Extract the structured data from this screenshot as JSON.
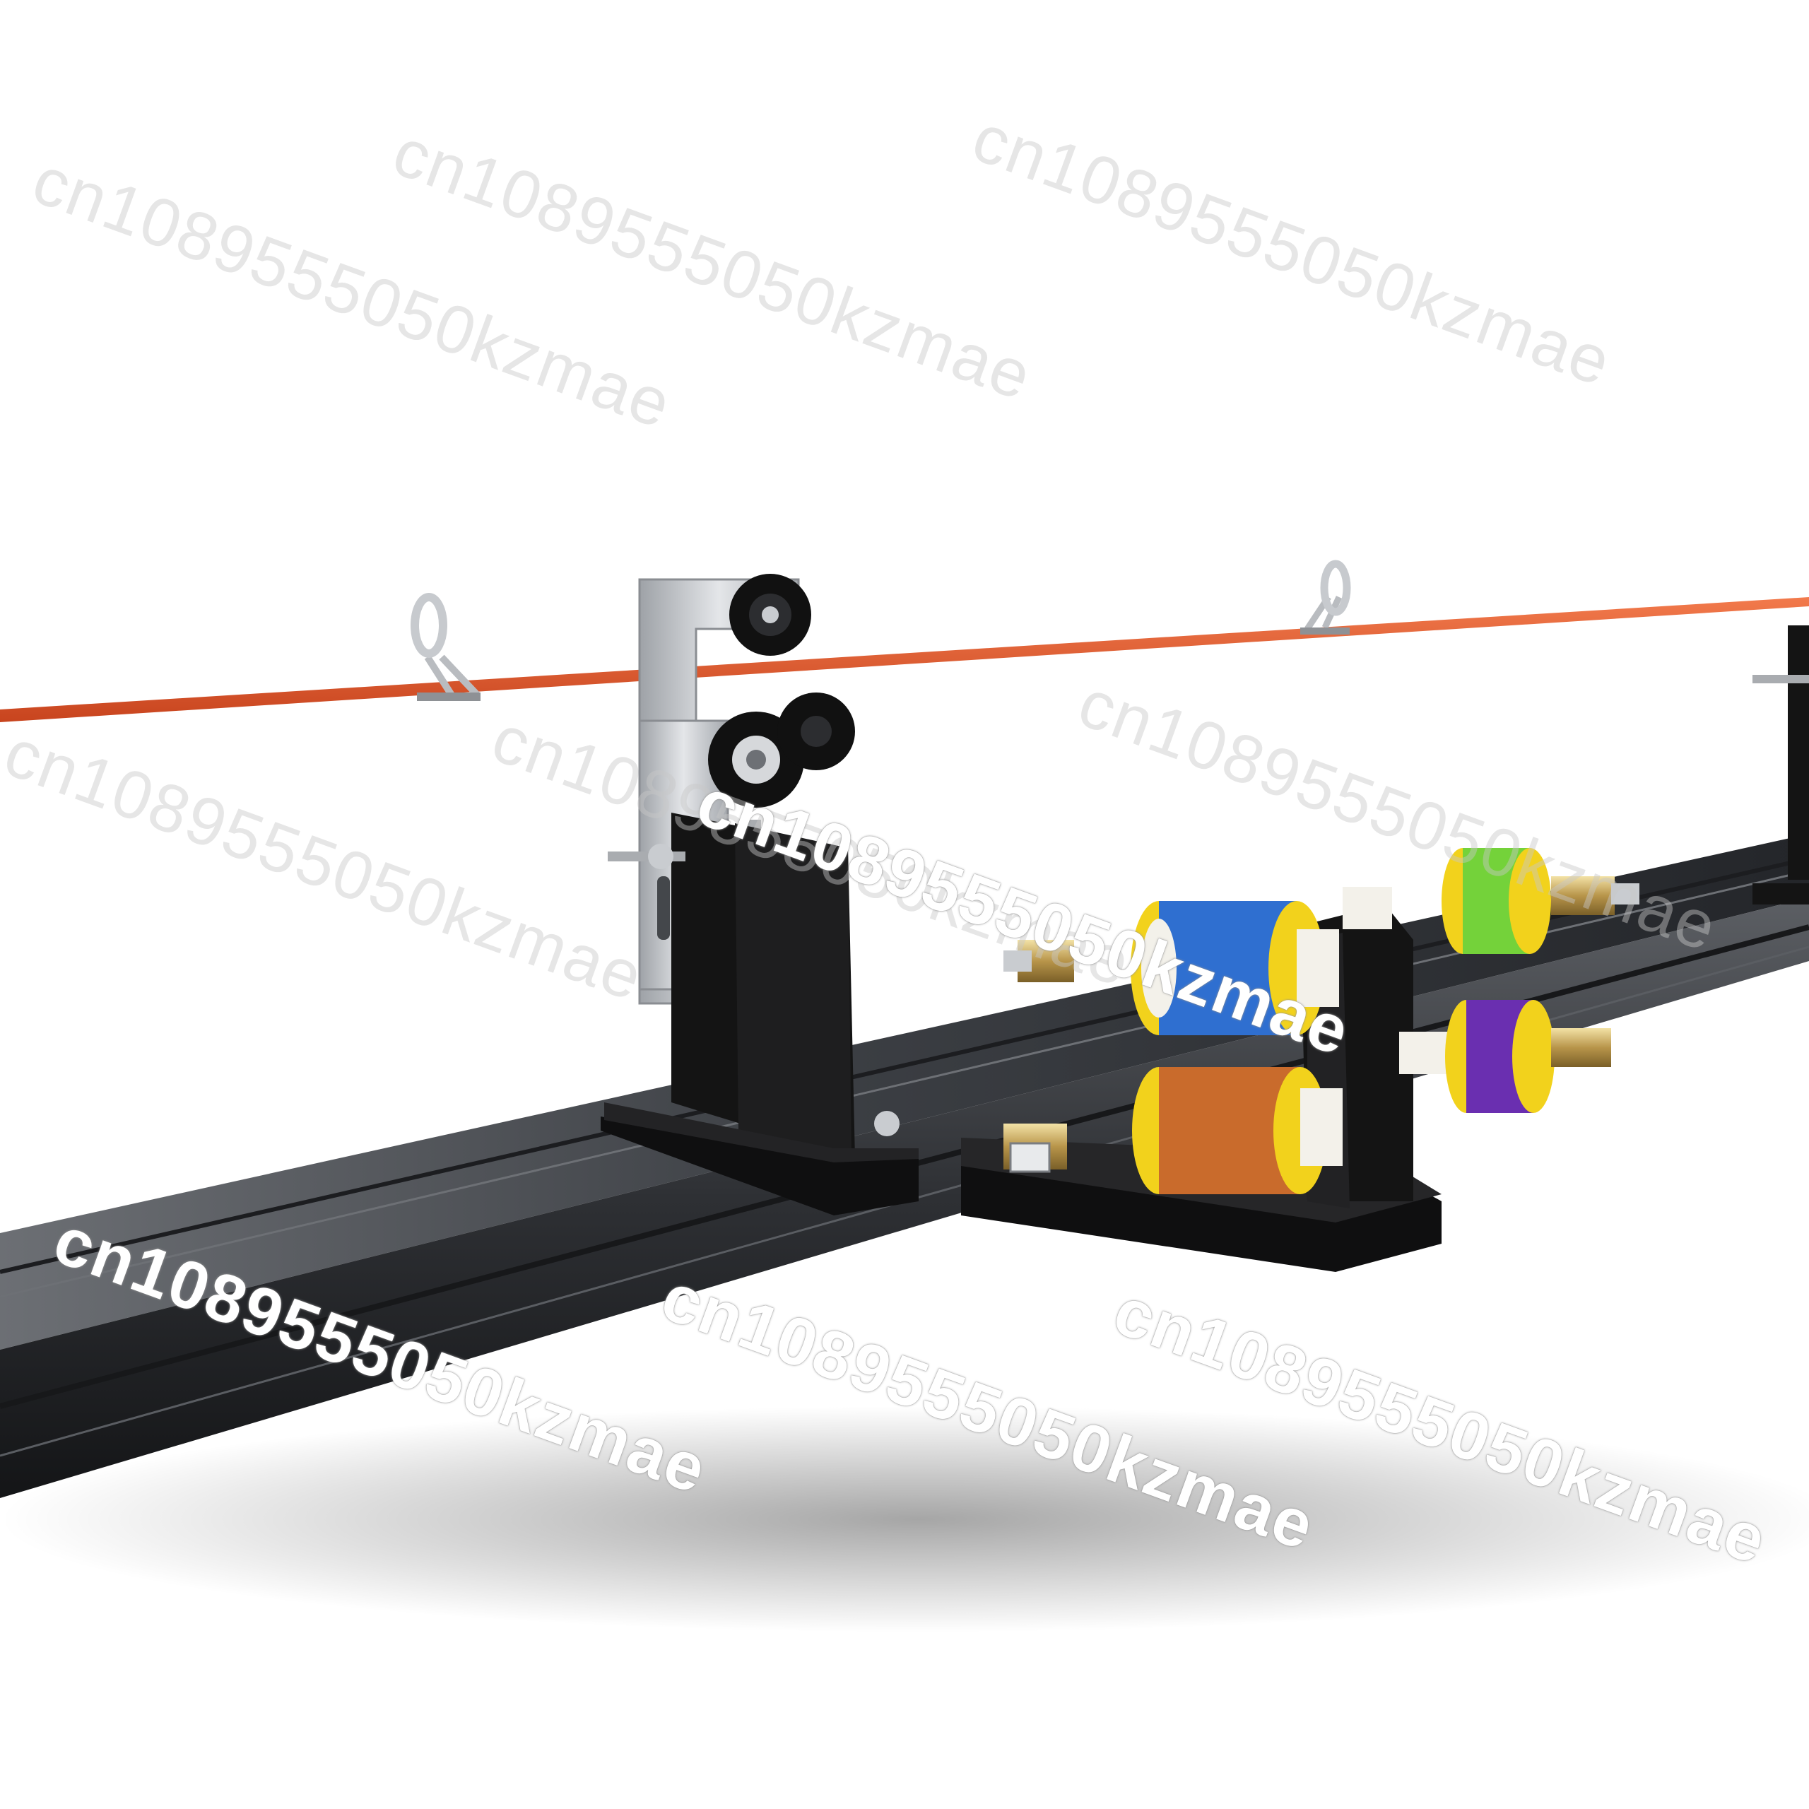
{
  "watermark": {
    "text": "cn1089555050kzmae"
  },
  "colors": {
    "background": "#ffffff",
    "rail": "#2b2d30",
    "rail_top": "#4a4d52",
    "rod_blank": "#e0572e",
    "spool_blue": "#2f6fd0",
    "spool_green": "#74d23a",
    "spool_orange": "#c96b2c",
    "spool_purple": "#6a2fb0",
    "spool_flange": "#f2d21c",
    "bracket": "#141414",
    "steel": "#c9ccd0"
  },
  "objects": [
    {
      "name": "aluminum-rail"
    },
    {
      "name": "rod-blank"
    },
    {
      "name": "line-guide"
    },
    {
      "name": "rod-support-stand"
    },
    {
      "name": "thread-spool-holder"
    },
    {
      "name": "thread-spool"
    }
  ]
}
